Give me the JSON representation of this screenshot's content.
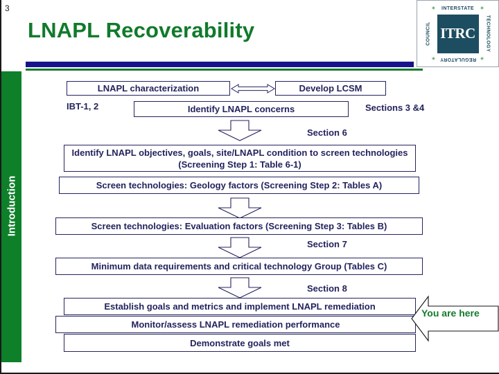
{
  "slide": {
    "number": "3",
    "title": "LNAPL Recoverability",
    "sidebar_label": "Introduction",
    "colors": {
      "title_green": "#117a2b",
      "rule_blue": "#16148c",
      "rule_green": "#17782c",
      "sidebar_green": "#0d8029",
      "text_navy": "#23235e",
      "callout_green": "#127a2c",
      "logo_teal": "#1d4d60"
    }
  },
  "logo": {
    "center_text": "ITRC",
    "top_word": "INTERSTATE",
    "right_word": "TECHNOLOGY",
    "bottom_word": "REGULATORY",
    "left_word": "COUNCIL",
    "star_glyph": "✳"
  },
  "flowchart": {
    "boxes": [
      {
        "id": "lnapl-characterization",
        "text": "LNAPL characterization"
      },
      {
        "id": "develop-lcsm",
        "text": "Develop LCSM"
      },
      {
        "id": "identify-lnapl-concerns",
        "text": "Identify LNAPL concerns"
      },
      {
        "id": "identify-objectives",
        "text": "Identify LNAPL objectives, goals, site/LNAPL condition to screen technologies (Screening Step 1: Table 6-1)"
      },
      {
        "id": "screen-geology",
        "text": "Screen technologies: Geology factors (Screening Step 2: Tables A)"
      },
      {
        "id": "screen-evaluation",
        "text": "Screen technologies: Evaluation factors (Screening Step 3: Tables B)"
      },
      {
        "id": "minimum-data",
        "text": "Minimum data requirements and critical technology Group (Tables C)"
      },
      {
        "id": "establish-goals",
        "text": "Establish goals and metrics and implement LNAPL remediation"
      },
      {
        "id": "monitor-assess",
        "text": "Monitor/assess LNAPL remediation performance"
      },
      {
        "id": "demonstrate-goals",
        "text": "Demonstrate goals met"
      }
    ],
    "labels": {
      "ibt": "IBT-1, 2",
      "sections_3_4": "Sections 3 &4",
      "section_6": "Section 6",
      "section_7": "Section 7",
      "section_8": "Section 8",
      "you_are_here": "You are here"
    }
  }
}
